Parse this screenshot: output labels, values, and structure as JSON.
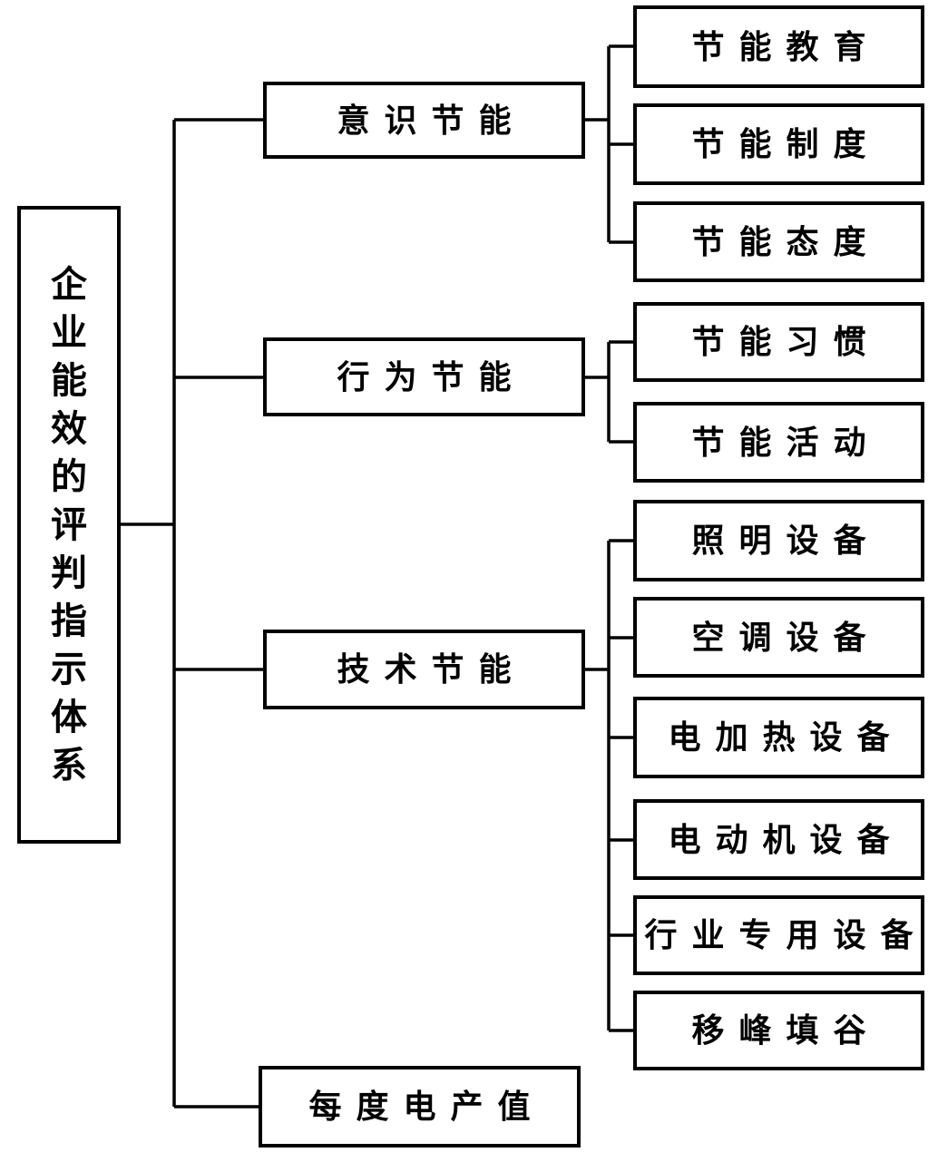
{
  "diagram": {
    "title": "企业能效的评判指示体系",
    "root": {
      "label": "企业能效的评判指示体系"
    },
    "branches": [
      {
        "label": "意识节能",
        "children": [
          {
            "label": "节能教育"
          },
          {
            "label": "节能制度"
          },
          {
            "label": "节能态度"
          }
        ]
      },
      {
        "label": "行为节能",
        "children": [
          {
            "label": "节能习惯"
          },
          {
            "label": "节能活动"
          }
        ]
      },
      {
        "label": "技术节能",
        "children": [
          {
            "label": "照明设备"
          },
          {
            "label": "空调设备"
          },
          {
            "label": "电加热设备"
          },
          {
            "label": "电动机设备"
          },
          {
            "label": "行业专用设备"
          },
          {
            "label": "移峰填谷"
          }
        ]
      },
      {
        "label": "每度电产值",
        "children": []
      }
    ],
    "colors": {
      "line": "#000000",
      "background": "#ffffff",
      "text": "#000000"
    }
  }
}
